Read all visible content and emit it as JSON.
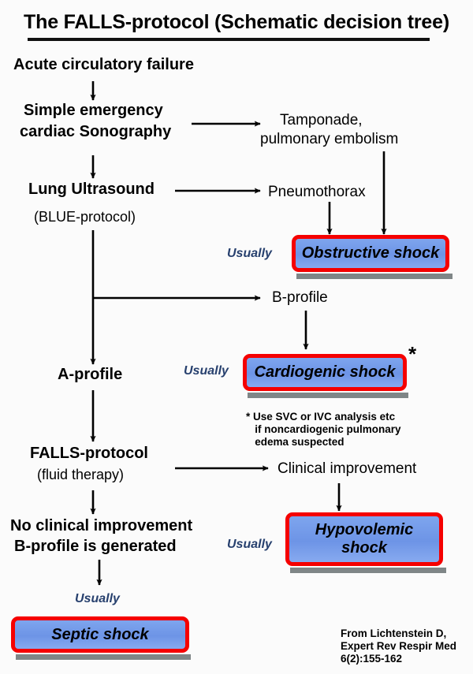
{
  "title": "The FALLS-protocol (Schematic decision tree)",
  "nodes": {
    "acute": "Acute circulatory failure",
    "simple_line1": "Simple emergency",
    "simple_line2": "cardiac Sonography",
    "tamponade_line1": "Tamponade,",
    "tamponade_line2": "pulmonary embolism",
    "lung_line1": "Lung Ultrasound",
    "lung_line2": "(BLUE-protocol)",
    "pneumothorax": "Pneumothorax",
    "b_profile": "B-profile",
    "a_profile": "A-profile",
    "falls_line1": "FALLS-protocol",
    "falls_line2": "(fluid therapy)",
    "clinical_improvement": "Clinical improvement",
    "no_improvement_line1": "No clinical improvement",
    "no_improvement_line2": "B-profile is generated"
  },
  "usually_labels": {
    "obstructive": "Usually",
    "cardiogenic": "Usually",
    "hypovolemic": "Usually",
    "septic": "Usually"
  },
  "shock_boxes": {
    "obstructive": "Obstructive shock",
    "cardiogenic": "Cardiogenic shock",
    "hypovolemic": "Hypovolemic\nshock",
    "septic": "Septic shock"
  },
  "footnote": {
    "marker": "*",
    "line1": "* Use SVC or IVC analysis etc",
    "line2": "   if noncardiogenic pulmonary",
    "line3": "   edema suspected"
  },
  "citation": {
    "line1": "From Lichtenstein D,",
    "line2": "Expert Rev Respir Med",
    "line3": "6(2):155-162"
  },
  "colors": {
    "box_border": "#f50000",
    "box_fill": "#6d94e6",
    "box_shadow": "#7f8687",
    "usually_text": "#27406e",
    "arrow": "#000000",
    "background": "#fbfbfb"
  }
}
